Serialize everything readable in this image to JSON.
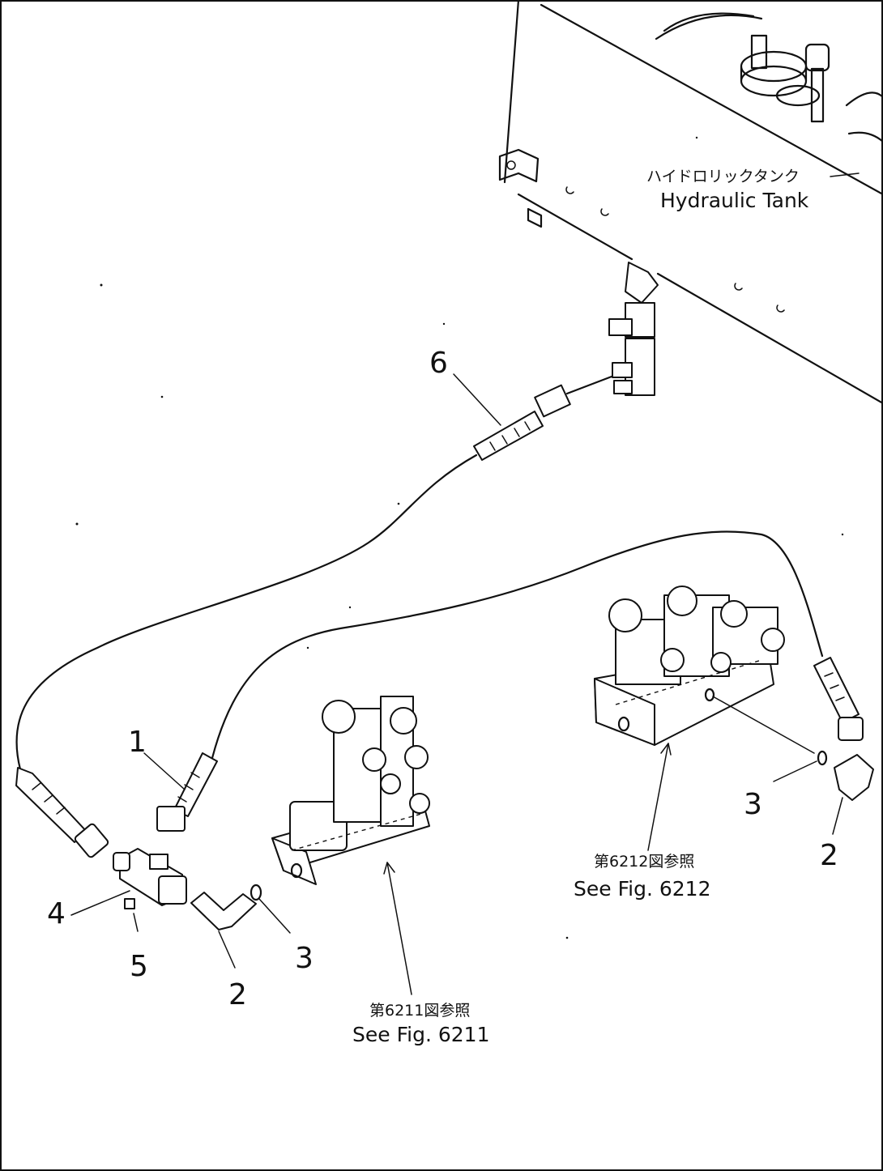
{
  "labels": {
    "tank_jp": "ハイドロリックタンク",
    "tank_en": "Hydraulic Tank",
    "ref_6212_jp": "第6212図参照",
    "ref_6212_en": "See Fig. 6212",
    "ref_6211_jp": "第6211図参照",
    "ref_6211_en": "See Fig. 6211"
  },
  "callouts": {
    "part_1": "1",
    "part_2_left": "2",
    "part_2_right": "2",
    "part_3_left": "3",
    "part_3_right": "3",
    "part_4": "4",
    "part_5": "5",
    "part_6": "6"
  }
}
